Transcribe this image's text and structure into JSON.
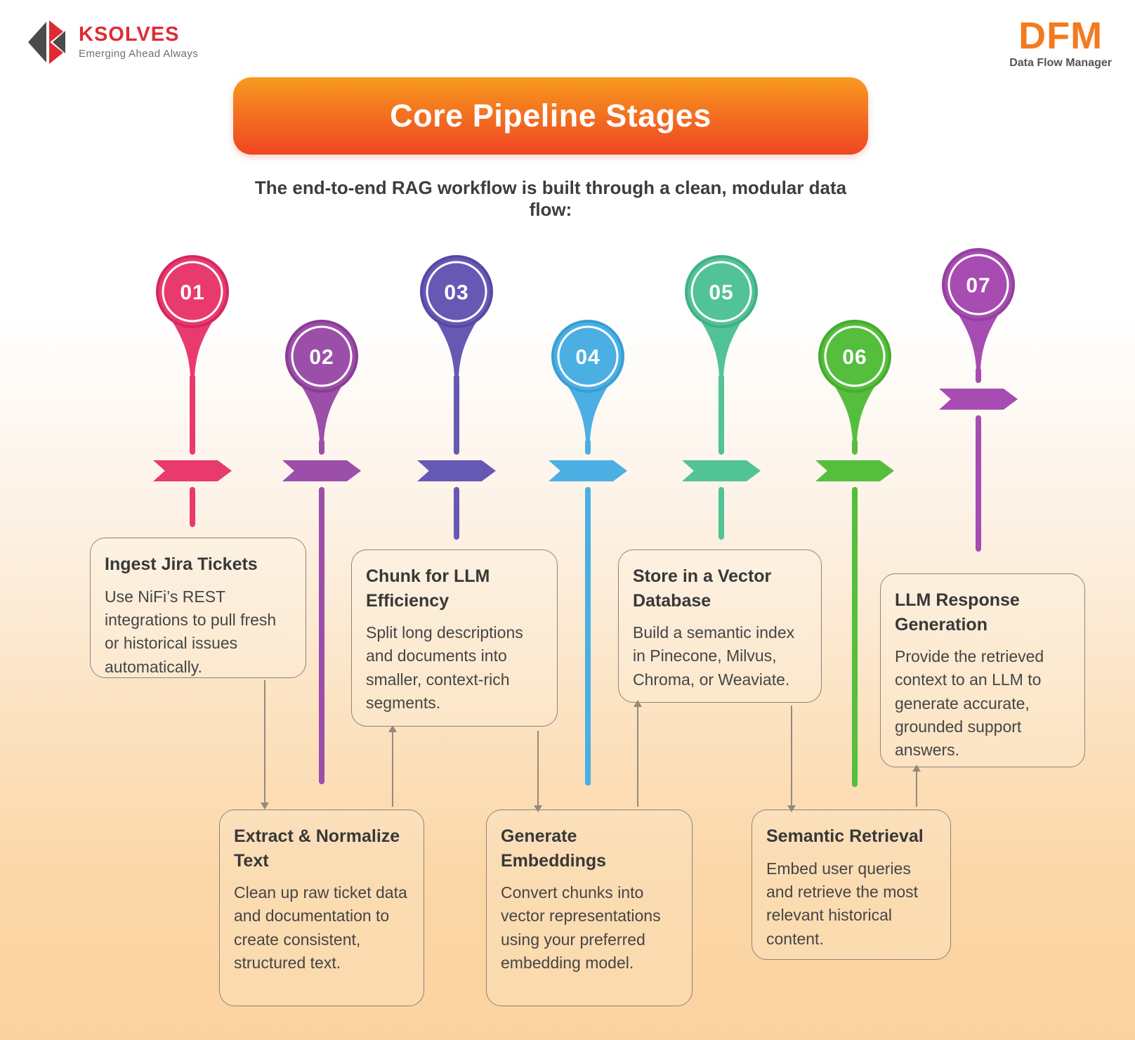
{
  "header": {
    "ksolves_logo": {
      "name": "KSOLVES",
      "tagline": "Emerging Ahead Always",
      "brand_red": "#E02A33",
      "brand_gray": "#4B4B4D"
    },
    "dfm_logo": {
      "name": "DFM",
      "tagline": "Data Flow Manager",
      "brand_orange": "#F47A20"
    }
  },
  "title_banner": {
    "text": "Core Pipeline Stages",
    "gradient_top": "#F79A1E",
    "gradient_bottom": "#EF4523"
  },
  "subtitle": "The end-to-end RAG workflow is built through a clean, modular data flow:",
  "stages": [
    {
      "number": "01",
      "color": "#E93A6E",
      "color_dark": "#D42860",
      "card": {
        "title": "Ingest Jira Tickets",
        "body": "Use NiFi’s REST integrations to pull fresh or historical issues automatically."
      }
    },
    {
      "number": "02",
      "color": "#9C4FA9",
      "color_dark": "#893D97",
      "card": {
        "title": "Extract & Normalize Text",
        "body": "Clean up raw ticket data and documentation to create consistent, structured text."
      }
    },
    {
      "number": "03",
      "color": "#6659B4",
      "color_dark": "#5648A3",
      "card": {
        "title": "Chunk for LLM Efficiency",
        "body": "Split long descriptions and documents into smaller, context-rich segments."
      }
    },
    {
      "number": "04",
      "color": "#4BAFE4",
      "color_dark": "#379ED6",
      "card": {
        "title": "Generate Embeddings",
        "body": "Convert chunks into vector representations using your preferred embedding model."
      }
    },
    {
      "number": "05",
      "color": "#52C297",
      "color_dark": "#40B185",
      "card": {
        "title": "Store in a Vector Database",
        "body": "Build a semantic index in Pinecone, Milvus, Chroma, or Weaviate."
      }
    },
    {
      "number": "06",
      "color": "#55BE3D",
      "color_dark": "#46AC2F",
      "card": {
        "title": "Semantic Retrieval",
        "body": "Embed user queries and retrieve the most relevant historical content."
      }
    },
    {
      "number": "07",
      "color": "#A64CB2",
      "color_dark": "#9440A0",
      "card": {
        "title": "LLM Response Generation",
        "body": "Provide the retrieved context to an LLM to generate accurate, grounded support answers."
      }
    }
  ]
}
